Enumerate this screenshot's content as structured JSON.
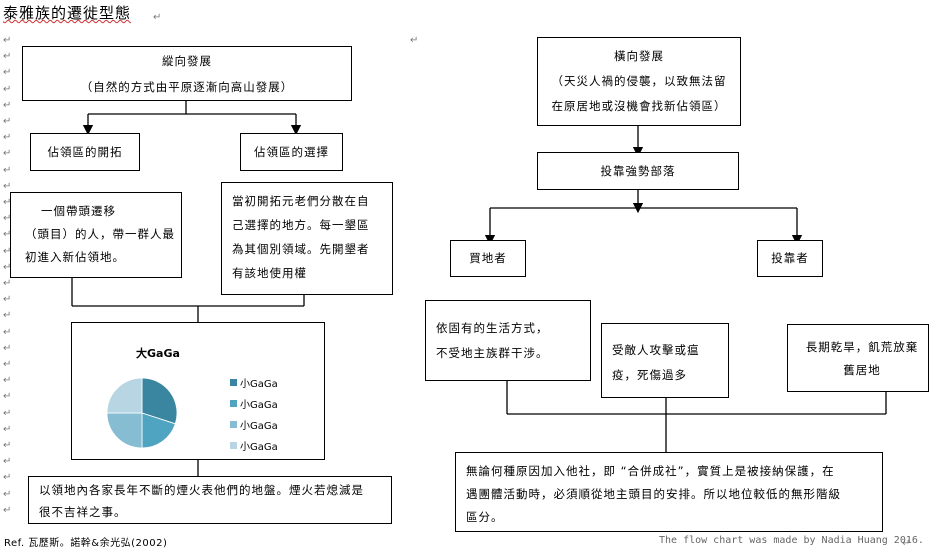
{
  "title": "泰雅族的遷徙型態",
  "left": {
    "root": {
      "line1": "縱向發展",
      "line2": "（自然的方式由平原逐漸向高山發展）"
    },
    "branch_a": "佔領區的開拓",
    "branch_b": "佔領區的選擇",
    "detail_a": [
      "一個帶頭遷移",
      "（頭目）的人，帶一群人最",
      "初進入新佔領地。"
    ],
    "detail_b": [
      "當初開拓元老們分散在自",
      "己選擇的地方。每一墾區",
      "為其個別領域。先開墾者",
      "有該地使用權"
    ],
    "bottom": [
      "以領地內各家長年不斷的煙火表他們的地盤。煙火若熄滅是",
      "很不吉祥之事。"
    ]
  },
  "right": {
    "root": {
      "line1": "橫向發展",
      "line2": "（天災人禍的侵襲，以致無法留",
      "line3": "在原居地或沒機會找新佔領區）"
    },
    "mid": "投靠強勢部落",
    "branch_a": "買地者",
    "branch_b": "投靠者",
    "detail_a": [
      "依固有的生活方式，",
      "不受地主族群干涉。"
    ],
    "detail_b": [
      "受敵人攻擊或瘟",
      "疫，死傷過多"
    ],
    "detail_c": [
      "長期乾旱，飢荒放棄",
      "舊居地"
    ],
    "bottom": [
      "無論何種原因加入他社，即 “合併成社”，實質上是被接納保護，在",
      "遇團體活動時，必須順從地主頭目的安排。所以地位較低的無形階級",
      "區分。"
    ]
  },
  "chart_data": {
    "type": "pie",
    "title": "大GaGa",
    "categories": [
      "小GaGa",
      "小GaGa",
      "小GaGa",
      "小GaGa"
    ],
    "values": [
      30,
      20,
      25,
      25
    ],
    "colors": [
      "#3a86a0",
      "#4fa4c1",
      "#86bdd2",
      "#b7d5e2"
    ],
    "legend_position": "right"
  },
  "ref": "Ref. 瓦歷斯。諾幹&余光弘(2002)",
  "credit": "The flow chart was made by Nadia Huang 2016.",
  "para_mark": "↵"
}
